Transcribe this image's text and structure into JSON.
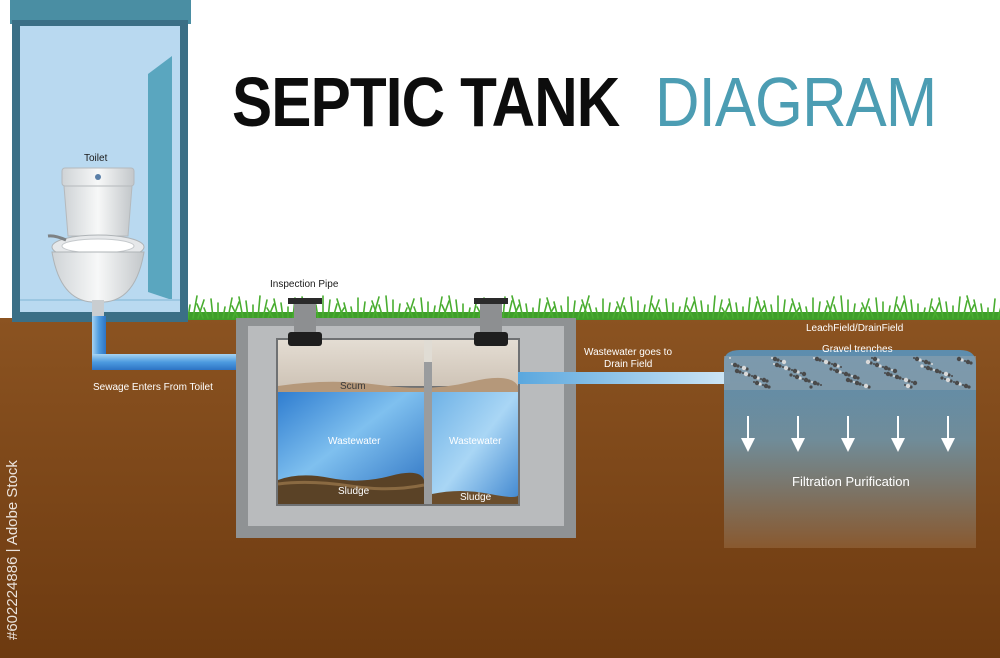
{
  "title": {
    "part1": "SEPTIC TANK",
    "part2": "DIAGRAM"
  },
  "labels": {
    "toilet": "Toilet",
    "inspection_pipe": "Inspection Pipe",
    "sewage_enters": "Sewage Enters From Toilet",
    "scum": "Scum",
    "wastewater_left": "Wastewater",
    "wastewater_right": "Wastewater",
    "sludge_left": "Sludge",
    "sludge_right": "Sludge",
    "wastewater_goes": "Wastewater goes to",
    "drain_field": "Drain Field",
    "leachfield": "LeachField/DrainField",
    "gravel": "Gravel trenches",
    "filtration": "Filtration Purification"
  },
  "stock_id": "#602224886 | Adobe Stock",
  "colors": {
    "title_dark": "#0d0d0d",
    "title_accent": "#4c9db3",
    "soil": "#7a4516",
    "grass": "#3f9e2a",
    "water": "#3f8ad0",
    "concrete": "#a7a9ab"
  }
}
